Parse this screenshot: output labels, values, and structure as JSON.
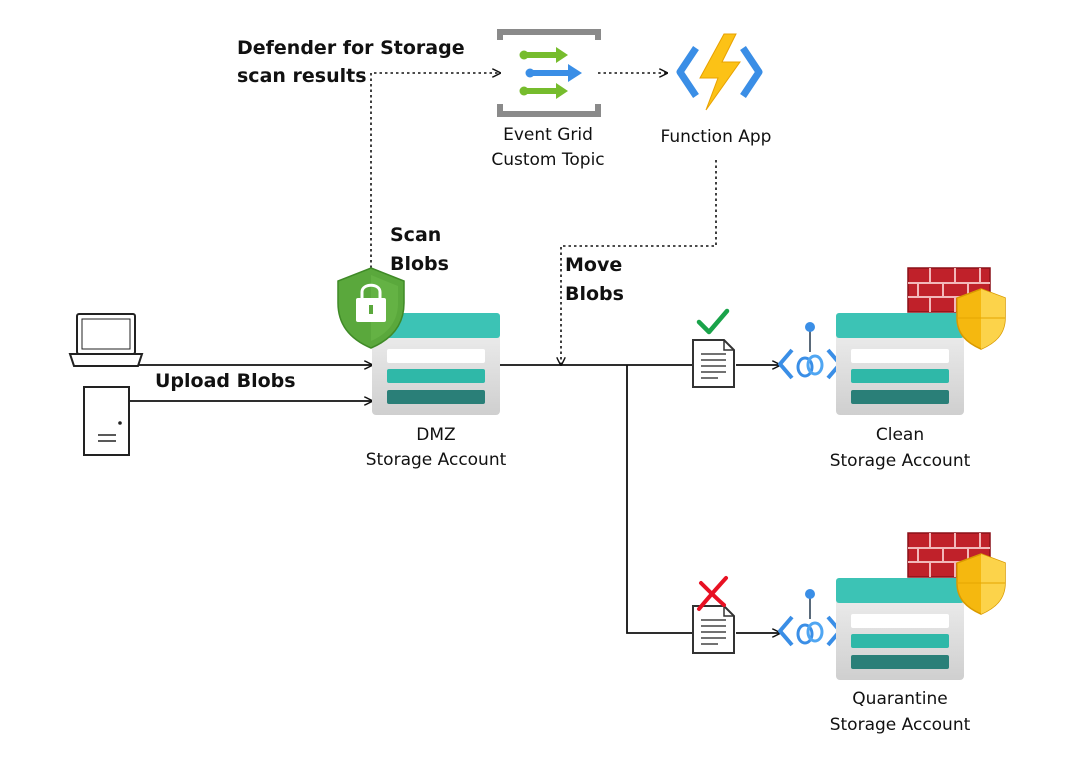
{
  "labels": {
    "defender_line1": "Defender for Storage",
    "defender_line2": "scan results",
    "event_grid_line1": "Event Grid",
    "event_grid_line2": "Custom Topic",
    "function_app": "Function App",
    "scan_line1": "Scan",
    "scan_line2": "Blobs",
    "move_line1": "Move",
    "move_line2": "Blobs",
    "upload": "Upload Blobs",
    "dmz_line1": "DMZ",
    "dmz_line2": "Storage Account",
    "clean_line1": "Clean",
    "clean_line2": "Storage Account",
    "quarantine_line1": "Quarantine",
    "quarantine_line2": "Storage Account"
  },
  "colors": {
    "storage_top": "#3cc3b5",
    "storage_mid": "#2fb8a8",
    "storage_dark": "#2a7f78",
    "storage_body": "#e6e6e6",
    "shield_green": "#5aa83c",
    "firewall_red": "#c0212a",
    "shield_yellow": "#f5b80f",
    "bolt_yellow": "#fcc216",
    "chevron_blue": "#3a8ee6",
    "check_green": "#1aa34a",
    "cross_red": "#e81123"
  },
  "icons": [
    "laptop-icon",
    "server-icon",
    "defender-shield-lock-icon",
    "event-grid-icon",
    "function-app-icon",
    "storage-account-icon",
    "document-icon",
    "checkmark-icon",
    "cross-icon",
    "private-endpoint-icon",
    "firewall-icon",
    "security-shield-icon"
  ]
}
